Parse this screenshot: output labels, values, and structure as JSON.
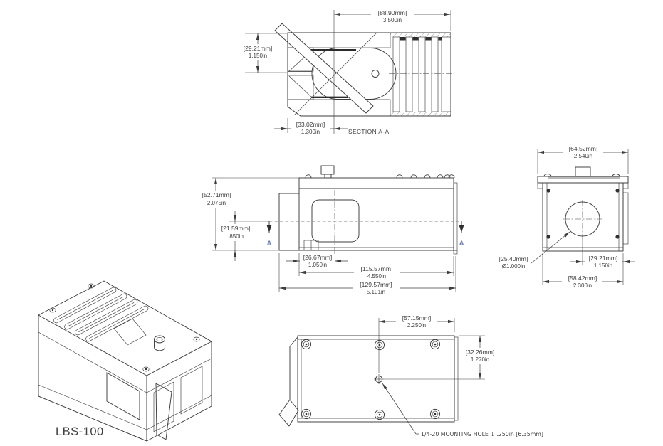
{
  "colors": {
    "line": "#3c3c3c",
    "text": "#3f3f3f",
    "section_letter": "#6b7cb0",
    "background": "#ffffff"
  },
  "views": {
    "section": {
      "label": "SECTION A-A",
      "dims": {
        "width": {
          "mm": "[88.90mm]",
          "in": "3.500in"
        },
        "height": {
          "mm": "[29.21mm]",
          "in": "1.150in"
        },
        "offset": {
          "mm": "[33.02mm]",
          "in": "1.300in"
        }
      }
    },
    "side": {
      "arrow": "A",
      "dims": {
        "height": {
          "mm": "[52.71mm]",
          "in": "2.075in"
        },
        "axis_height": {
          "mm": "[21.59mm]",
          "in": ".850in"
        },
        "window_offset": {
          "mm": "[26.67mm]",
          "in": "1.050in"
        },
        "body_length": {
          "mm": "[115.57mm]",
          "in": "4.550in"
        },
        "overall_length": {
          "mm": "[129.57mm]",
          "in": "5.101in"
        }
      }
    },
    "end": {
      "dims": {
        "width_top": {
          "mm": "[64.52mm]",
          "in": "2.540in"
        },
        "aperture": {
          "mm": "[25.40mm]",
          "in": "Ø1.000in"
        },
        "axis_offset": {
          "mm": "[29.21mm]",
          "in": "1.150in"
        },
        "width_bottom": {
          "mm": "[58.42mm]",
          "in": "2.300in"
        }
      }
    },
    "bottom": {
      "note": "1/4-20 MOUNTING HOLE ↧ .250in [6.35mm]",
      "dims": {
        "hole_x": {
          "mm": "[57.15mm]",
          "in": "2.250in"
        },
        "hole_y": {
          "mm": "[32.26mm]",
          "in": "1.270in"
        }
      }
    },
    "isometric": {
      "label": "LBS-100"
    }
  }
}
